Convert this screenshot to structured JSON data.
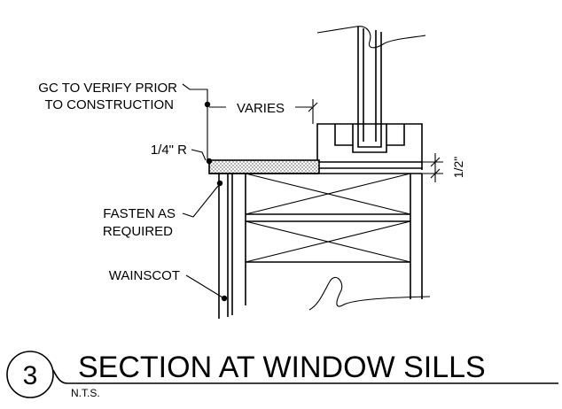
{
  "notes": {
    "gc_verify_line1": "GC TO VERIFY PRIOR",
    "gc_verify_line2": "TO CONSTRUCTION",
    "varies": "VARIES",
    "radius": "1/4\" R",
    "fasten_line1": "FASTEN AS",
    "fasten_line2": "REQUIRED",
    "wainscot": "WAINSCOT",
    "half_inch": "1/2\""
  },
  "title_block": {
    "callout_number": "3",
    "title": "SECTION AT WINDOW SILLS",
    "scale": "N.T.S."
  }
}
